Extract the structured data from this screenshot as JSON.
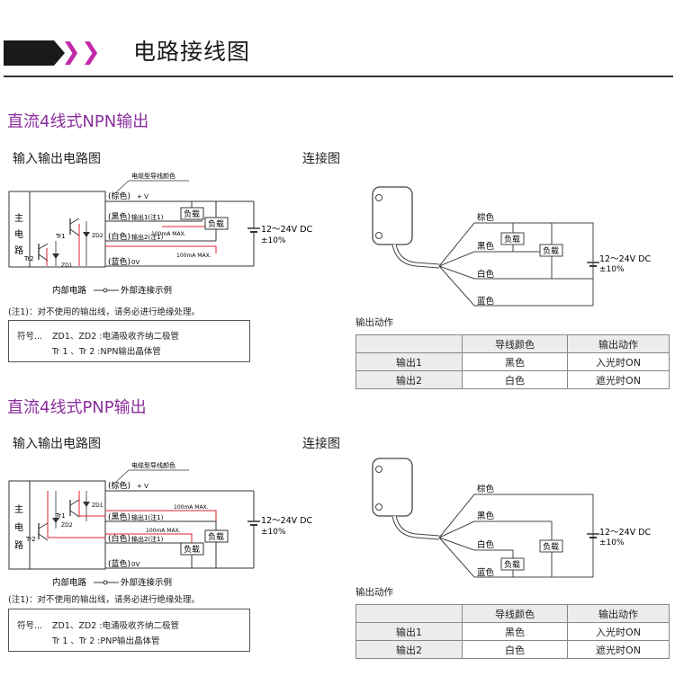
{
  "header": {
    "title": "电路接线图"
  },
  "npn": {
    "title": "直流4线式NPN输出",
    "circuit_heading": "输入输出电路图",
    "connection_heading": "连接图",
    "cable_color_label": "电缆型导线颜色",
    "main_circuit": [
      "主",
      "电",
      "路"
    ],
    "wires": {
      "brown": "(棕色)",
      "plus_v": "+ V",
      "black": "(黑色)",
      "out1": "输出1(注1)",
      "white": "(白色)",
      "out2": "输出2(注1)",
      "blue": "(蓝色)",
      "zero_v": "0V"
    },
    "tr1": "Tr1",
    "tr2": "Tr2",
    "zd1": "ZD1",
    "zd2": "ZD2",
    "max1": "100mA MAX.",
    "max2": "100mA MAX.",
    "load": "负载",
    "supply": "12～24V DC",
    "tolerance": "±10%",
    "internal": "内部电路",
    "external": "外部连接示例",
    "note": "(注1)：对不使用的输出线，请务必进行绝缘处理。",
    "symbol_label": "符号...",
    "symbol_zd": "ZD1、ZD2 :电涌吸收齐纳二极管",
    "symbol_tr": "Tr 1 、Tr 2   :NPN输出晶体管",
    "conn_labels": {
      "brown": "棕色",
      "black": "黑色",
      "white": "白色",
      "blue": "蓝色"
    },
    "output_action": "输出动作",
    "table": {
      "headers": [
        "",
        "导线颜色",
        "输出动作"
      ],
      "rows": [
        [
          "输出1",
          "黑色",
          "入光时ON"
        ],
        [
          "输出2",
          "白色",
          "遮光时ON"
        ]
      ]
    }
  },
  "pnp": {
    "title": "直流4线式PNP输出",
    "circuit_heading": "输入输出电路图",
    "connection_heading": "连接图",
    "cable_color_label": "电缆型导线颜色",
    "main_circuit": [
      "主",
      "电",
      "路"
    ],
    "wires": {
      "brown": "(棕色)",
      "plus_v": "+ V",
      "black": "(黑色)",
      "out1": "输出1(注1)",
      "white": "(白色)",
      "out2": "输出2(注1)",
      "blue": "(蓝色)",
      "zero_v": "0V"
    },
    "tr1": "Tr1",
    "tr2": "Tr2",
    "zd1": "ZD1",
    "zd2": "ZD2",
    "max1": "100mA MAX.",
    "max2": "100mA MAX.",
    "load": "负载",
    "supply": "12～24V DC",
    "tolerance": "±10%",
    "internal": "内部电路",
    "external": "外部连接示例",
    "note": "(注1)：对不使用的输出线，请务必进行绝缘处理。",
    "symbol_label": "符号...",
    "symbol_zd": "ZD1、ZD2 :电涌吸收齐纳二极管",
    "symbol_tr": "Tr 1 、Tr 2   :PNP输出晶体管",
    "conn_labels": {
      "brown": "棕色",
      "black": "黑色",
      "white": "白色",
      "blue": "蓝色"
    },
    "output_action": "输出动作",
    "table": {
      "headers": [
        "",
        "导线颜色",
        "输出动作"
      ],
      "rows": [
        [
          "输出1",
          "黑色",
          "入光时ON"
        ],
        [
          "输出2",
          "白色",
          "遮光时ON"
        ]
      ]
    }
  },
  "colors": {
    "accent": "#8a2d9c",
    "chevron": "#c02aa8",
    "red_path": "#e0202a"
  }
}
